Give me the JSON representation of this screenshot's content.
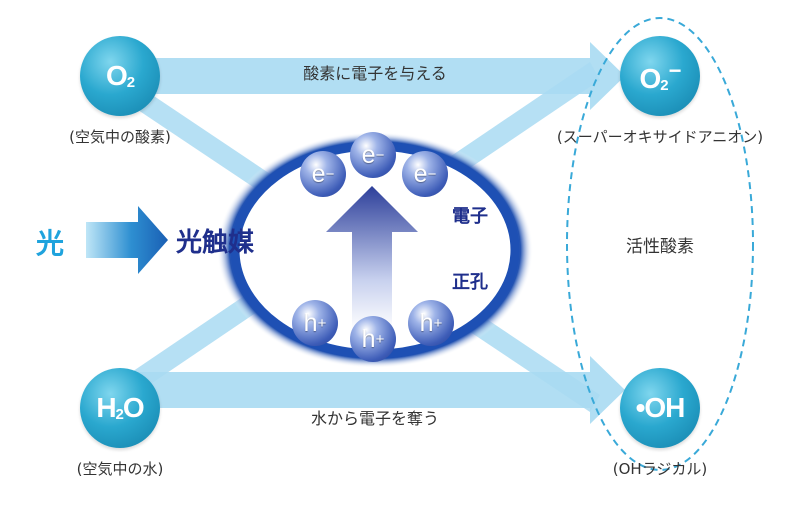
{
  "molecules": {
    "o2": {
      "symbol": "O",
      "sub": "2",
      "caption": "(空気中の酸素)"
    },
    "superoxide": {
      "symbol": "O",
      "sub": "2",
      "sup": "−",
      "caption": "(スーパーオキサイドアニオン)"
    },
    "water": {
      "symbol": "H",
      "sub": "2",
      "tail": "O",
      "caption": "(空気中の水)"
    },
    "oh_radical": {
      "symbol": "•OH",
      "caption": "(OHラジカル)"
    }
  },
  "arrows": {
    "top_label": "酸素に電子を与える",
    "bottom_label": "水から電子を奪う"
  },
  "light": {
    "label": "光"
  },
  "photocatalyst": {
    "label": "光触媒"
  },
  "electrons": {
    "glyph": "e",
    "charge": "−",
    "label": "電子"
  },
  "holes": {
    "glyph": "h",
    "charge": "+",
    "label": "正孔"
  },
  "active_oxygen": {
    "label": "活性酸素"
  },
  "colors": {
    "arrow_light_blue": "#9fd6f0",
    "molecule_teal": "#2aa8cf",
    "navy_text": "#1f2f8c",
    "light_text": "#1fa3dd",
    "dashed_ellipse": "#39a9d8"
  }
}
